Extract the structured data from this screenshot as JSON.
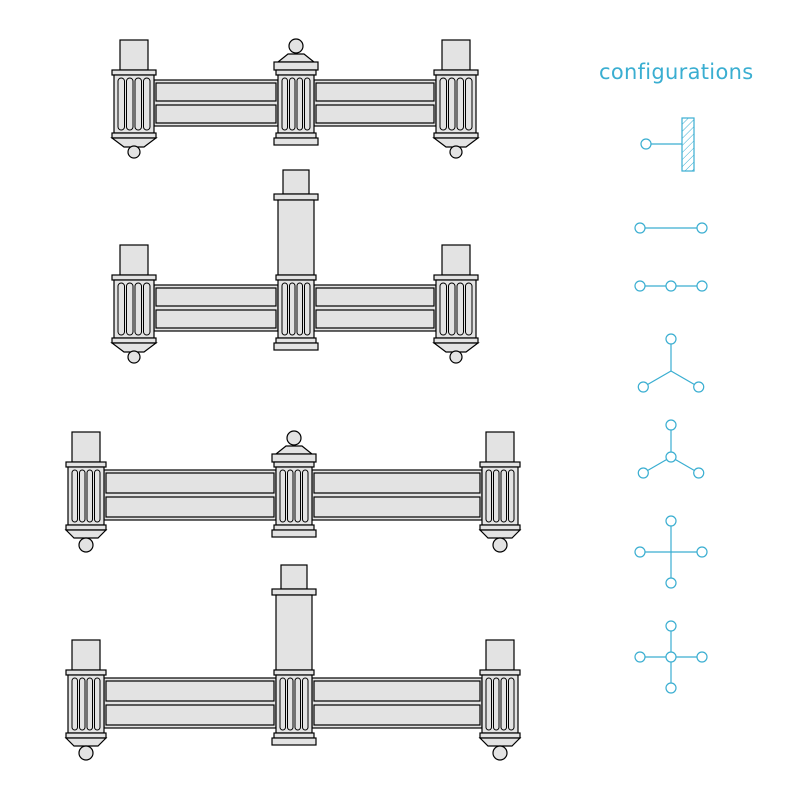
{
  "colors": {
    "background": "#ffffff",
    "accent": "#3aaed1",
    "element_fill": "#e3e3e3",
    "element_stroke": "#000000",
    "node_fill": "#ffffff"
  },
  "configurations_panel": {
    "title": "configurations",
    "items": [
      {
        "type": "wall-mount"
      },
      {
        "type": "linear-2"
      },
      {
        "type": "linear-3"
      },
      {
        "type": "three-way"
      },
      {
        "type": "three-way-center"
      },
      {
        "type": "cross"
      },
      {
        "type": "cross-center"
      }
    ]
  },
  "elements": [
    {
      "center_post": "finial",
      "end_style": "tapered"
    },
    {
      "center_post": "tall",
      "end_style": "tapered"
    },
    {
      "center_post": "finial",
      "end_style": "bell"
    },
    {
      "center_post": "tall",
      "end_style": "bell"
    }
  ]
}
